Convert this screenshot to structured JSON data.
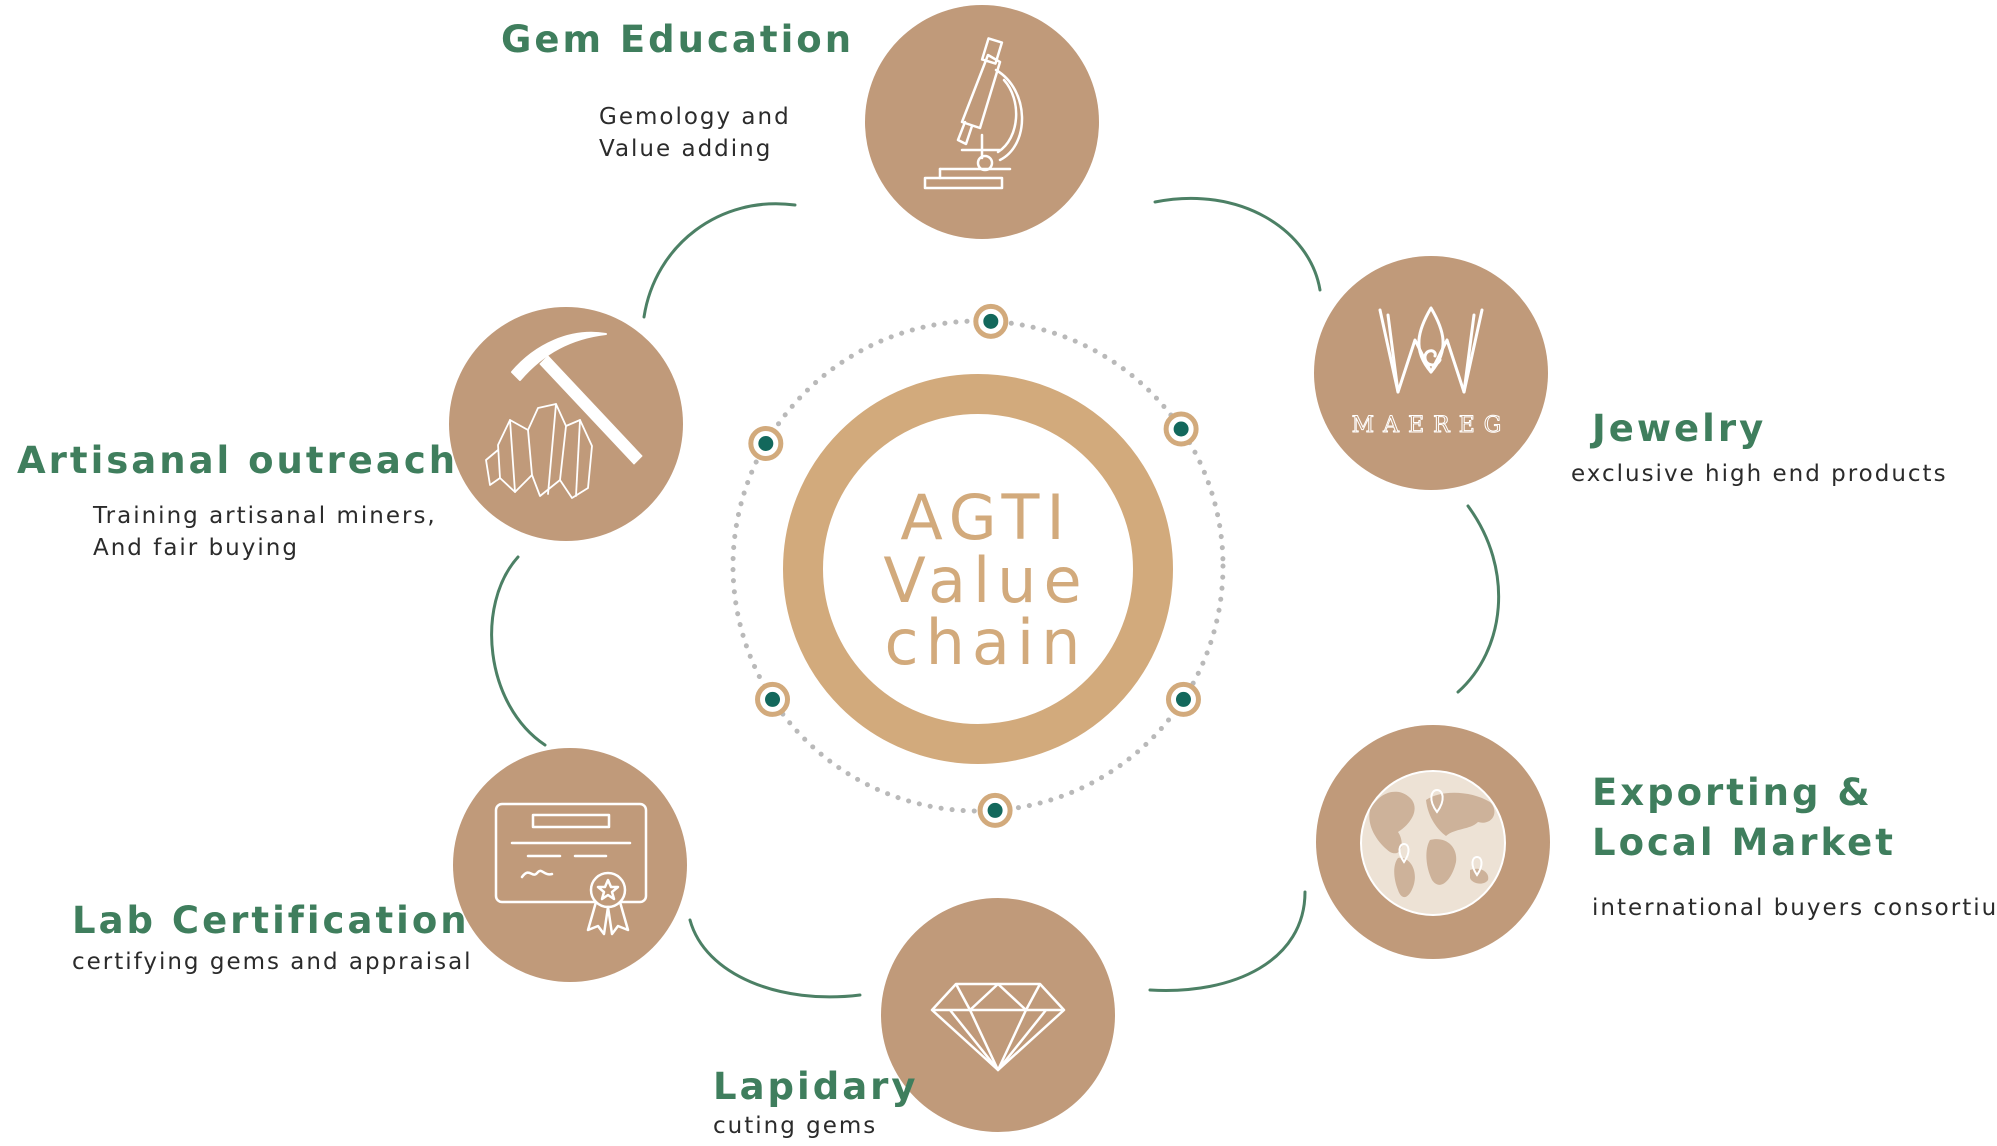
{
  "center": {
    "title_lines": [
      "AGTI",
      "Value",
      "chain"
    ]
  },
  "colors": {
    "node_fill": "#c09a7a",
    "center_ring": "#d2aa7c",
    "connector": "#4c8065",
    "marker_dot": "#13685c",
    "marker_ring": "#d2aa7c",
    "orbit_dots": "#b9b9b9",
    "heading": "#3f7e5d",
    "body_text": "#2b2b2b",
    "icon_line": "#ffffff"
  },
  "nodes": [
    {
      "id": "gem-education",
      "icon": "microscope-icon",
      "title": "Gem Education",
      "desc": [
        "Gemology and",
        "Value adding"
      ]
    },
    {
      "id": "jewelry",
      "icon": "maereg-logo-icon",
      "logo_text": "MAEREG",
      "title": "Jewelry",
      "desc": [
        "exclusive high end products"
      ]
    },
    {
      "id": "exporting",
      "icon": "world-map-icon",
      "title": "Exporting & Local Market",
      "desc": [
        "international buyers consortium"
      ]
    },
    {
      "id": "lapidary",
      "icon": "diamond-icon",
      "title": "Lapidary",
      "desc": [
        "cuting gems"
      ]
    },
    {
      "id": "lab-certification",
      "icon": "certificate-icon",
      "title": "Lab Certification",
      "desc": [
        "certifying gems and appraisal"
      ]
    },
    {
      "id": "artisanal-outreach",
      "icon": "pickaxe-crystals-icon",
      "title": "Artisanal outreach",
      "desc": [
        "Training artisanal miners,",
        "And fair buying"
      ]
    }
  ]
}
